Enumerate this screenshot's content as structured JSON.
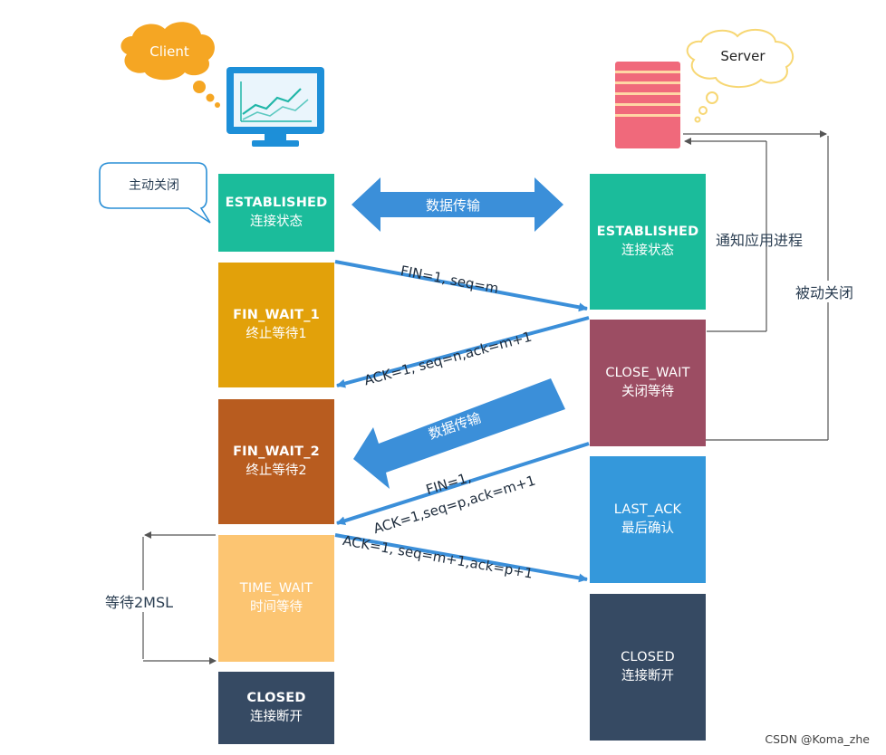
{
  "client": {
    "label": "Client"
  },
  "server": {
    "label": "Server"
  },
  "callouts": {
    "active_close": "主动关闭"
  },
  "client_states": [
    {
      "name": "ESTABLISHED",
      "desc": "连接状态",
      "color": "#1bbc9b"
    },
    {
      "name": "FIN_WAIT_1",
      "desc": "终止等待1",
      "color": "#e2a10a"
    },
    {
      "name": "FIN_WAIT_2",
      "desc": "终止等待2",
      "color": "#b85c1f"
    },
    {
      "name": "TIME_WAIT",
      "desc": "时间等待",
      "color": "#fcc572"
    },
    {
      "name": "CLOSED",
      "desc": "连接断开",
      "color": "#364a63"
    }
  ],
  "server_states": [
    {
      "name": "ESTABLISHED",
      "desc": "连接状态",
      "color": "#1bbc9b"
    },
    {
      "name": "CLOSE_WAIT",
      "desc": "关闭等待",
      "color": "#9c4d63"
    },
    {
      "name": "LAST_ACK",
      "desc": "最后确认",
      "color": "#3498db"
    },
    {
      "name": "CLOSED",
      "desc": "连接断开",
      "color": "#364a63"
    }
  ],
  "messages": {
    "data_transfer": "数据传输",
    "fin1": "FIN=1,  seq=m",
    "ack1": "ACK=1,  seq=n,ack=m+1",
    "data_transfer_2": "数据传输",
    "fin2_line1": "FIN=1,",
    "fin2_line2": "ACK=1,seq=p,ack=m+1",
    "ack2": "ACK=1,  seq=m+1,ack=p+1"
  },
  "side_labels": {
    "notify_app": "通知应用进程",
    "passive_close": "被动关闭",
    "wait_2msl": "等待2MSL"
  },
  "watermark": "CSDN @Koma_zhe",
  "colors": {
    "arrow_blue": "#3b8fd9",
    "cloud_orange": "#f5a623",
    "cloud_yellow_stroke": "#f7d774",
    "monitor_blue": "#1d8fd8",
    "server_pink": "#f0697b",
    "bracket_gray": "#555555"
  }
}
